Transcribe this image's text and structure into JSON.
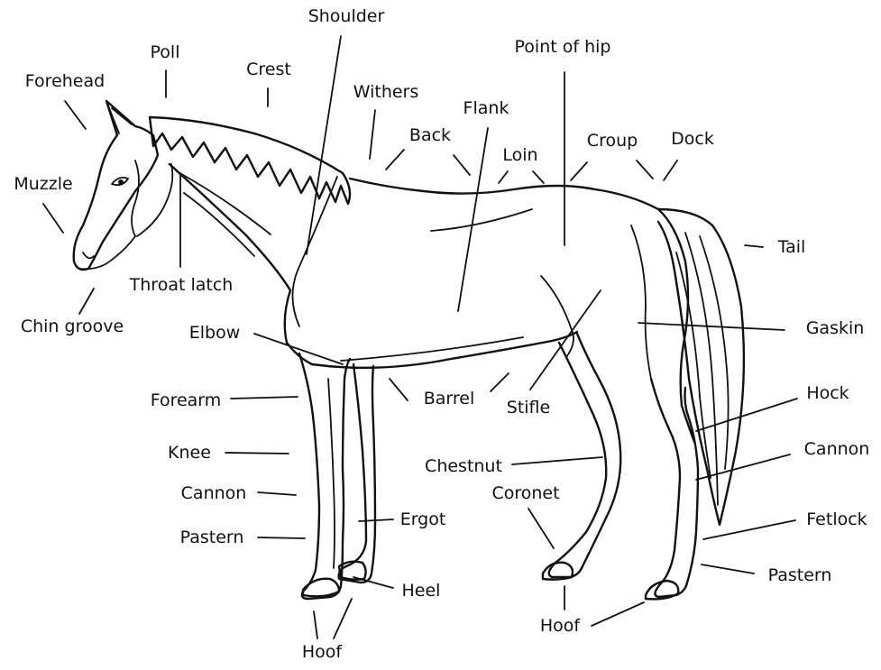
{
  "labels": {
    "shoulder": "Shoulder",
    "poll": "Poll",
    "crest": "Crest",
    "point_of_hip": "Point of hip",
    "forehead": "Forehead",
    "withers": "Withers",
    "flank": "Flank",
    "back": "Back",
    "croup": "Croup",
    "dock": "Dock",
    "loin": "Loin",
    "muzzle": "Muzzle",
    "tail": "Tail",
    "throat_latch": "Throat latch",
    "chin_groove": "Chin groove",
    "gaskin": "Gaskin",
    "elbow": "Elbow",
    "hock": "Hock",
    "forearm": "Forearm",
    "barrel": "Barrel",
    "stifle": "Stifle",
    "cannon_hind": "Cannon",
    "knee": "Knee",
    "chestnut": "Chestnut",
    "coronet": "Coronet",
    "cannon_fore": "Cannon",
    "fetlock": "Fetlock",
    "ergot": "Ergot",
    "pastern_fore": "Pastern",
    "pastern_hind": "Pastern",
    "heel": "Heel",
    "hoof_hind": "Hoof",
    "hoof_fore": "Hoof"
  }
}
